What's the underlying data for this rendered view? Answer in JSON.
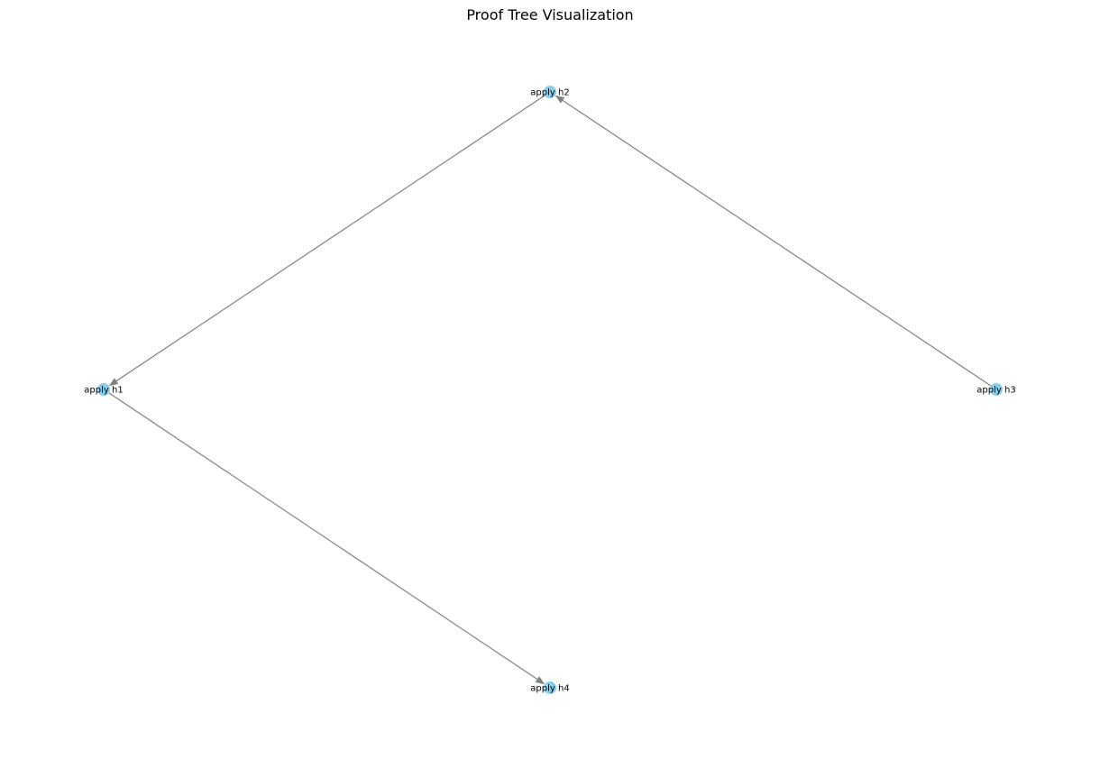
{
  "figure": {
    "title": "Proof Tree Visualization"
  },
  "graph": {
    "nodes": [
      {
        "id": "h2",
        "label": "apply h2"
      },
      {
        "id": "h1",
        "label": "apply h1"
      },
      {
        "id": "h3",
        "label": "apply h3"
      },
      {
        "id": "h4",
        "label": "apply h4"
      }
    ],
    "edges": [
      {
        "from": "h2",
        "to": "h1"
      },
      {
        "from": "h3",
        "to": "h2"
      },
      {
        "from": "h1",
        "to": "h4"
      }
    ]
  },
  "style": {
    "node_color": "#87ceeb",
    "edge_color": "#808080",
    "label_color": "#000000"
  }
}
